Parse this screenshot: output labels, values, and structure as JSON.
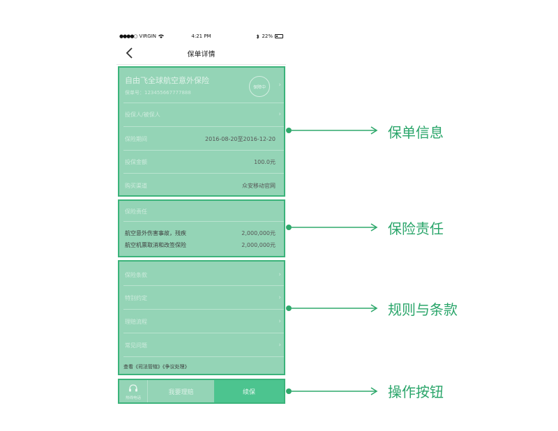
{
  "status_bar": {
    "carrier": "VIRGIN",
    "signal_dots": "●●●●○",
    "time": "4:21 PM",
    "battery_percent": "22%"
  },
  "nav": {
    "title": "保单详情"
  },
  "policy_info": {
    "product_name": "自由飞全球航空意外保险",
    "policy_no": "保单号：123455667777888",
    "status_badge": "保障中",
    "rows": [
      {
        "label": "投保人/被保人",
        "value": ""
      },
      {
        "label": "保险期间",
        "value": "2016-08-20至2016-12-20"
      },
      {
        "label": "投保金额",
        "value": "100.0元"
      },
      {
        "label": "购买渠道",
        "value": "众安移动官网"
      }
    ]
  },
  "coverage": {
    "header": "保险责任",
    "items": [
      {
        "label": "航空意外伤害事故，残疾",
        "value": "2,000,000元"
      },
      {
        "label": "航空机票取消和改签保险",
        "value": "2,000,000元"
      }
    ]
  },
  "rules": {
    "items": [
      "保险条款",
      "特别约定",
      "理赔流程",
      "常见问题"
    ],
    "footnote": "查看《司法管辖》《争议处理》"
  },
  "actions": {
    "hotline_label": "热线电话",
    "claim_label": "我要理赔",
    "renew_label": "续保"
  },
  "callouts": [
    {
      "label": "保单信息"
    },
    {
      "label": "保险责任"
    },
    {
      "label": "规则与条款"
    },
    {
      "label": "操作按钮"
    }
  ],
  "colors": {
    "overlay": "#52ba89",
    "accent": "#2aa56a",
    "renew_button": "#4cc48f"
  }
}
